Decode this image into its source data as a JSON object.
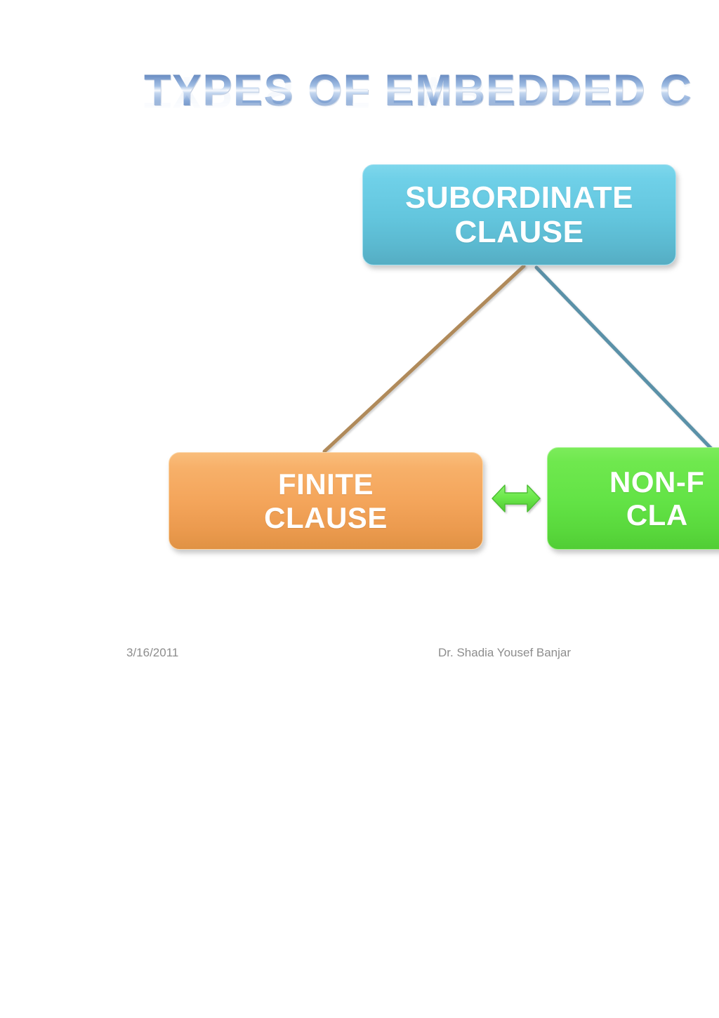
{
  "slide": {
    "title": "TYPES OF EMBEDDED C",
    "title_full_note": "TYPES OF EMBEDDED C",
    "background_color": "#ffffff"
  },
  "diagram": {
    "type": "hierarchy",
    "nodes": [
      {
        "id": "subordinate",
        "label": "SUBORDINATE\nCLAUSE",
        "color": "#63c6de",
        "text_color": "#ffffff",
        "level": 0
      },
      {
        "id": "finite",
        "label": "FINITE\nCLAUSE",
        "color": "#f4a55b",
        "text_color": "#ffffff",
        "level": 1
      },
      {
        "id": "nonfinite",
        "label": "NON-F\nCLA",
        "color": "#63e346",
        "text_color": "#ffffff",
        "level": 1
      }
    ],
    "connectors": [
      {
        "from": "subordinate",
        "to": "finite",
        "color": "#b08a5a"
      },
      {
        "from": "subordinate",
        "to": "nonfinite",
        "color": "#5a91a8"
      }
    ],
    "relation_arrow": {
      "between": [
        "finite",
        "nonfinite"
      ],
      "icon": "double-headed-arrow-icon",
      "color": "#63e346"
    }
  },
  "footer": {
    "date": "3/16/2011",
    "author": "Dr. Shadia Yousef Banjar"
  }
}
